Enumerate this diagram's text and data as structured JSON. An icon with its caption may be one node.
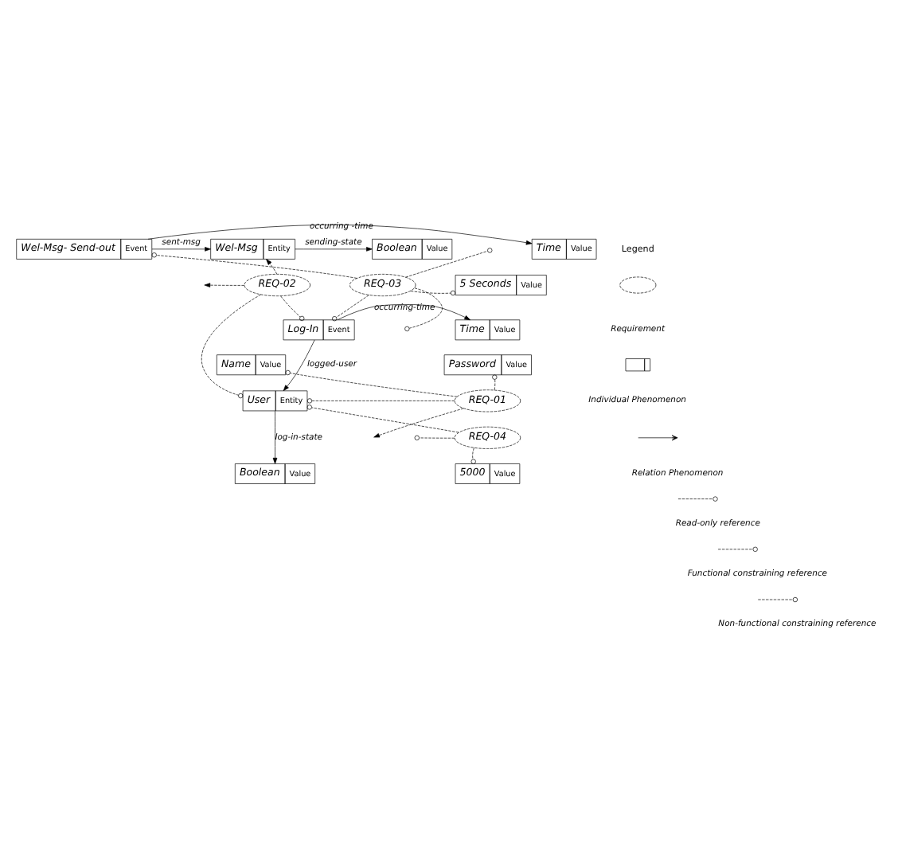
{
  "diagram": {
    "nodes": [
      {
        "text": [
          "Boolean",
          "Value"
        ]
      },
      {
        "text": [
          "Wel-Msg",
          "Entity"
        ]
      },
      {
        "text": [
          "Wel-Msg- Send-out",
          "Event"
        ]
      },
      {
        "text": [
          "Time",
          "Value"
        ]
      },
      {
        "text": [
          "REQ-02"
        ]
      },
      {
        "text": [
          "REQ-03"
        ]
      },
      {
        "text": [
          "5 Seconds",
          "Value"
        ]
      },
      {
        "text": [
          "Log-In",
          "Event"
        ]
      },
      {
        "text": [
          "Time",
          "Value"
        ]
      },
      {
        "text": [
          "Name",
          "Value"
        ]
      },
      {
        "text": [
          "Password",
          "Value"
        ]
      },
      {
        "text": [
          "User",
          "Entity"
        ]
      },
      {
        "text": [
          "REQ-01"
        ]
      },
      {
        "text": [
          "REQ-04"
        ]
      },
      {
        "text": [
          "Boolean",
          "Value"
        ]
      },
      {
        "text": [
          "5000",
          "Value"
        ]
      }
    ],
    "edges": [
      {
        "from": 2,
        "to": 1,
        "arrow": "to",
        "label": "sent-msg"
      },
      {
        "from": 1,
        "to": 0,
        "arrow": "to",
        "label": "sending-state"
      },
      {
        "from": 2,
        "to": 3,
        "arrow": "to",
        "label": "occurring -time"
      },
      {
        "from": 7,
        "to": 8,
        "arrow": "to",
        "label": "occurring-time"
      },
      {
        "from": 7,
        "to": 11,
        "arrow": "to",
        "label": "logged-user"
      },
      {
        "from": 11,
        "to": 14,
        "arrow": "to",
        "label": "log-in-state"
      },
      {
        "from": 4,
        "to": null,
        "arrow": "to",
        "style": "dashed"
      },
      {
        "from": 4,
        "to": 1,
        "arrow": "to",
        "style": "dashed"
      },
      {
        "from": 4,
        "to": 11,
        "arrow": "other",
        "style": "dashed"
      },
      {
        "from": 4,
        "to": 7,
        "arrow": "other",
        "style": "dashed"
      },
      {
        "from": 5,
        "to": 2,
        "arrow": "other",
        "style": "dashed"
      },
      {
        "from": 5,
        "to": null,
        "arrow": "other",
        "style": "dashed"
      },
      {
        "from": 5,
        "to": 6,
        "arrow": "other",
        "style": "dashed"
      },
      {
        "from": 5,
        "to": 7,
        "arrow": "other",
        "style": "dashed"
      },
      {
        "from": 5,
        "to": null,
        "arrow": "other",
        "style": "dashed"
      },
      {
        "from": 12,
        "to": 9,
        "arrow": "other",
        "style": "dashed"
      },
      {
        "from": 12,
        "to": 10,
        "arrow": "other",
        "style": "dashed"
      },
      {
        "from": 12,
        "to": 11,
        "arrow": "other",
        "style": "dashed"
      },
      {
        "from": 13,
        "to": 11,
        "arrow": "other",
        "style": "dashed"
      },
      {
        "from": 12,
        "to": null,
        "arrow": "to",
        "style": "dashed"
      },
      {
        "from": 13,
        "to": null,
        "arrow": "other",
        "style": "dashed"
      },
      {
        "from": 13,
        "to": 15,
        "arrow": "other",
        "style": "dashed"
      }
    ],
    "labels": [
      "Legend"
    ],
    "legend": [
      {
        "text": "Requirement"
      },
      {
        "text": "Individual Phenomenon"
      },
      {
        "text": "Relation Phenomenon"
      },
      {
        "text": "Read-only reference"
      },
      {
        "text": "Functional constraining reference"
      },
      {
        "text": "Non-functional constraining reference"
      }
    ]
  }
}
